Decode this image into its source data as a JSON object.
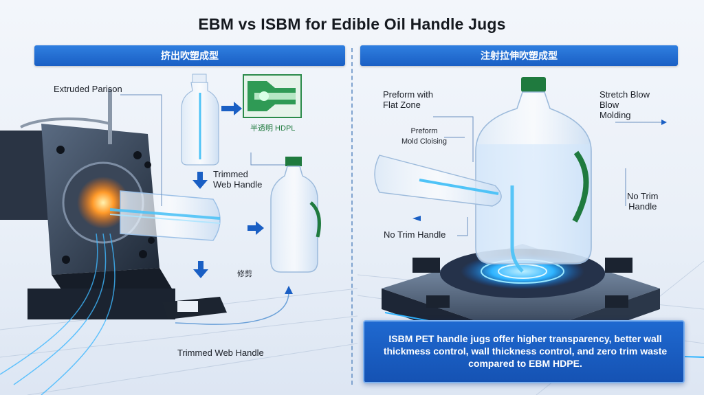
{
  "title": "EBM vs ISBM for Edible Oil Handle Jugs",
  "left_panel": {
    "banner": "挤出吹塑成型",
    "labels": {
      "extruded_parison": "Extruded Parison",
      "semi_transparent": "半透明 HDPL",
      "trimmed_web_handle_top": "Trimmed",
      "trimmed_web_handle_top2": "Web Handle",
      "trim": "修剪",
      "trimmed_web_handle_bottom": "Trimmed Web Handle"
    }
  },
  "right_panel": {
    "banner": "注射拉伸吹塑成型",
    "labels": {
      "preform_flat_line1": "Preform with",
      "preform_flat_line2": "Flat Zone",
      "preform_mold_line1": "Preform",
      "preform_mold_line2": "Mold Cloising",
      "stretch_line1": "Stretch Blow",
      "stretch_line2": "Blow",
      "stretch_line3": "Molding",
      "no_trim_handle_right_1": "No Trim",
      "no_trim_handle_right_2": "Handle",
      "no_trim_handle_left": "No Trim Handle"
    },
    "callout": "ISBM PET handle jugs offer higher transparency, better wall thickmess control, wall thickness control, and zero trim waste compared to EBM HDPE."
  },
  "colors": {
    "banner_blue": "#1a5fc4",
    "glow_blue": "#4fc3f7",
    "handle_green": "#1f7a3e",
    "hot_orange": "#ff8a1a"
  }
}
